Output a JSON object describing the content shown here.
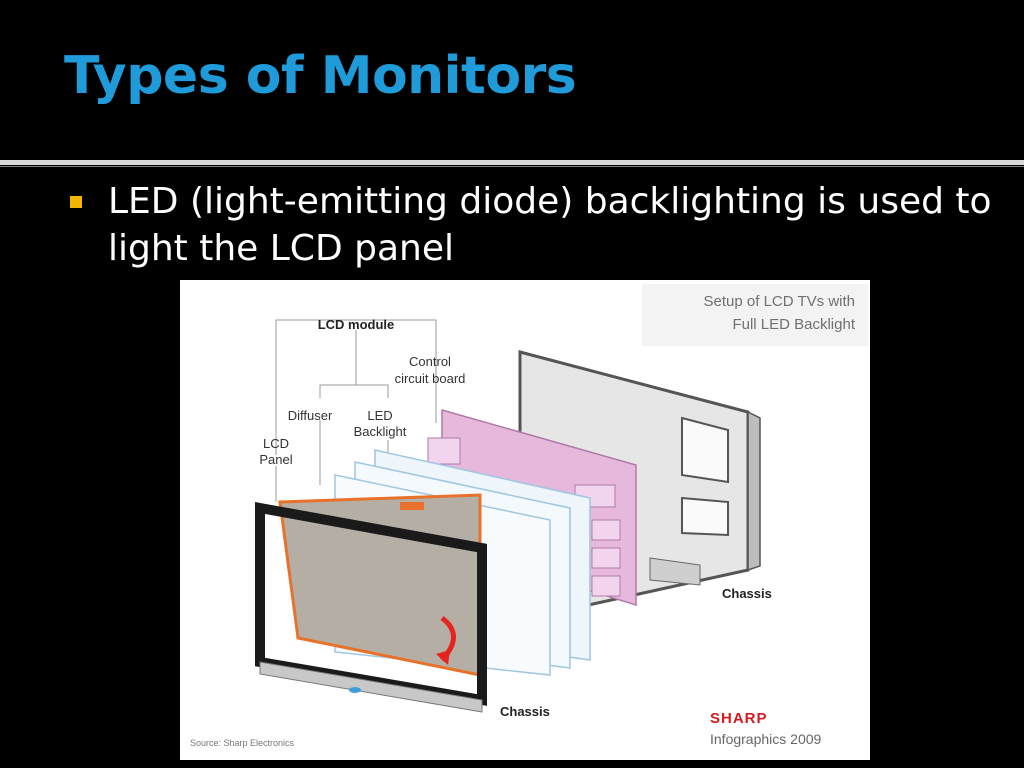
{
  "slide": {
    "title": "Types of Monitors",
    "bullet": "LED (light-emitting diode) backlighting is used to light the LCD panel",
    "accent_color": "#1f9bd9",
    "bullet_color": "#f2b600"
  },
  "figure": {
    "caption_line1": "Setup of LCD TVs with",
    "caption_line2": "Full LED Backlight",
    "labels": {
      "lcd_module": "LCD module",
      "control_line1": "Control",
      "control_line2": "circuit board",
      "diffuser": "Diffuser",
      "led_line1": "LED",
      "led_line2": "Backlight",
      "lcd_panel_line1": "LCD",
      "lcd_panel_line2": "Panel",
      "chassis_back": "Chassis",
      "chassis_front": "Chassis"
    },
    "source": "Source: Sharp Electronics",
    "brand": "SHARP",
    "brand_color": "#d71920",
    "credit": "Infographics 2009"
  }
}
